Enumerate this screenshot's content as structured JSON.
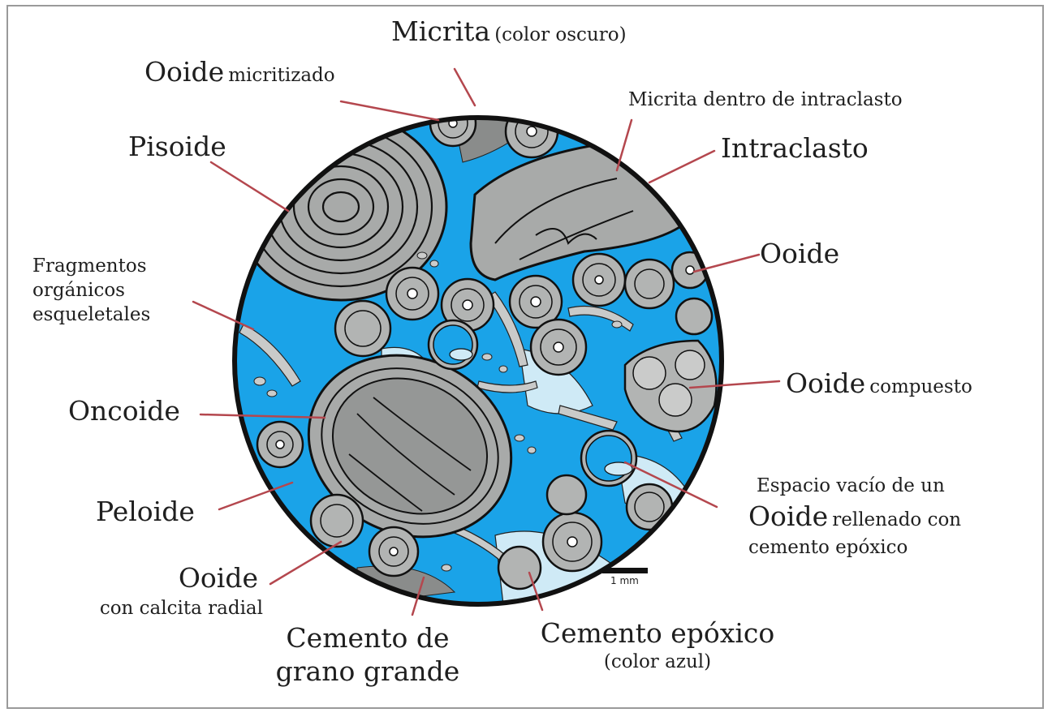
{
  "labels": {
    "micrita": {
      "main": "Micrita",
      "sub": "(color oscuro)"
    },
    "ooide_micritizado": {
      "main": "Ooide",
      "sub": "micritizado"
    },
    "micrita_intraclasto": "Micrita dentro de intraclasto",
    "intraclasto": "Intraclasto",
    "pisoide": "Pisoide",
    "ooide": "Ooide",
    "fragmentos": [
      "Fragmentos",
      "orgánicos",
      "esqueletales"
    ],
    "ooide_compuesto": {
      "main": "Ooide",
      "sub": "compuesto"
    },
    "oncoide": "Oncoide",
    "espacio_vacio": {
      "line1": "Espacio vacío de un",
      "main": "Ooide",
      "sub": "rellenado con",
      "line3": "cemento epóxico"
    },
    "peloide": "Peloide",
    "ooide_radial": {
      "main": "Ooide",
      "sub": "con calcita radial"
    },
    "cemento_grano": [
      "Cemento de",
      "grano grande"
    ],
    "cemento_epoxico": {
      "main": "Cemento epóxico",
      "sub": "(color azul)"
    },
    "scale_bar": "1 mm"
  },
  "colors": {
    "epoxy_blue": "#1aa3e8",
    "light_cement": "#cfeaf6",
    "grain_gray": "#a8aaa9",
    "micrite_dark": "#7d7f7e",
    "leader_line": "#b4474e",
    "outline": "#111111"
  }
}
